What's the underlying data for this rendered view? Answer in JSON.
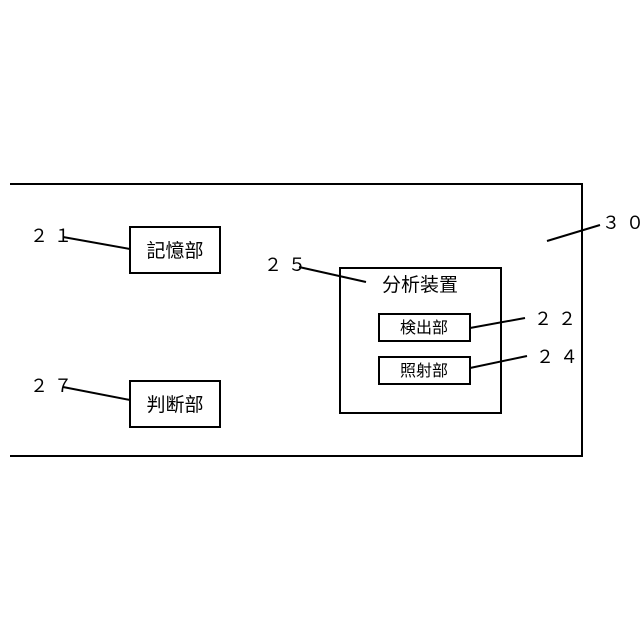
{
  "references": {
    "system": "３０",
    "storage": "２１",
    "judgment": "２７",
    "analyzer": "２５",
    "detector": "２２",
    "irradiator": "２４"
  },
  "labels": {
    "storage": "記憶部",
    "judgment": "判断部",
    "analyzer": "分析装置",
    "detector": "検出部",
    "irradiator": "照射部"
  }
}
